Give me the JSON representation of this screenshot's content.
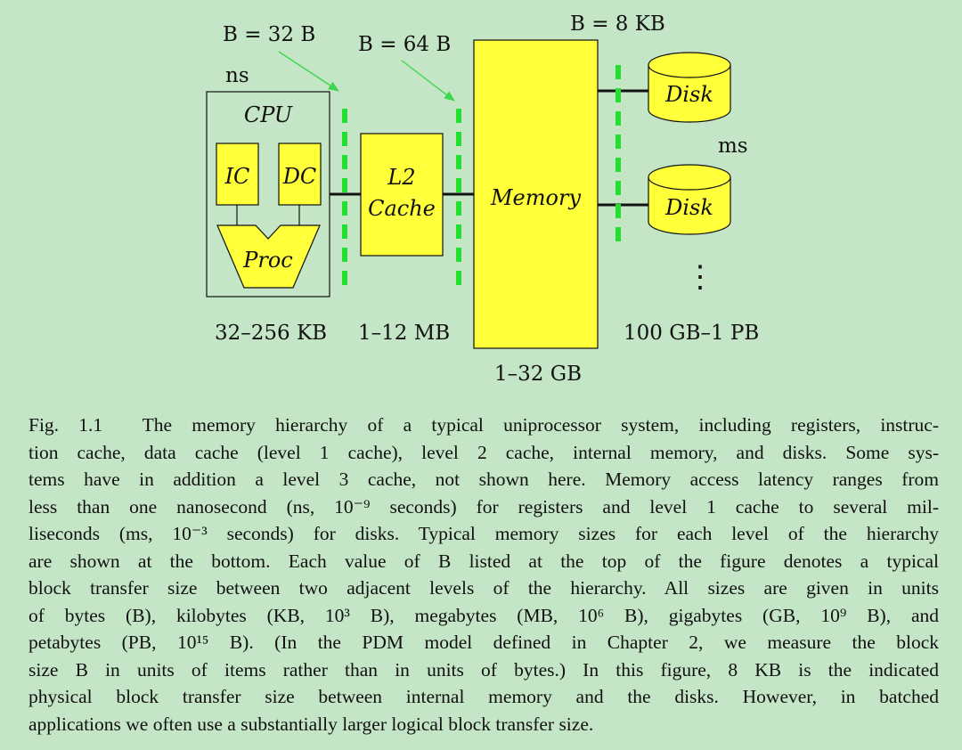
{
  "diagram": {
    "block_sizes": {
      "cpu_cache": "B = 32 B",
      "cache_memory": "B = 64 B",
      "memory_disk": "B = 8 KB"
    },
    "latency": {
      "fast": "ns",
      "slow": "ms"
    },
    "components": {
      "cpu": "CPU",
      "ic": "IC",
      "dc": "DC",
      "proc": "Proc",
      "l2_line1": "L2",
      "l2_line2": "Cache",
      "memory": "Memory",
      "disk_top": "Disk",
      "disk_mid": "Disk",
      "more_disks": "⋮"
    },
    "sizes": {
      "registers_l1": "32–256 KB",
      "l2": "1–12 MB",
      "memory": "1–32 GB",
      "disks": "100 GB–1 PB"
    },
    "colors": {
      "block_fill": "#ffff3a",
      "bus_dash": "#22e030",
      "arrow": "#3ed64e",
      "background": "#c4e6c6"
    }
  },
  "caption": {
    "label": "Fig. 1.1",
    "lines": [
      "The memory hierarchy of a typical uniprocessor system, including registers, instruc-",
      "tion cache, data cache (level 1 cache), level 2 cache, internal memory, and disks. Some sys-",
      "tems have in addition a level 3 cache, not shown here. Memory access latency ranges from",
      "less than one nanosecond (ns, 10⁻⁹ seconds) for registers and level 1 cache to several mil-",
      "liseconds (ms, 10⁻³ seconds) for disks. Typical memory sizes for each level of the hierarchy",
      "are shown at the bottom. Each value of B listed at the top of the figure denotes a typical",
      "block transfer size between two adjacent levels of the hierarchy. All sizes are given in units",
      "of bytes (B), kilobytes (KB, 10³ B), megabytes (MB, 10⁶ B), gigabytes (GB, 10⁹ B), and",
      "petabytes (PB, 10¹⁵ B). (In the PDM model defined in Chapter 2, we measure the block",
      "size B in units of items rather than in units of bytes.) In this figure, 8 KB is the indicated",
      "physical block transfer size between internal memory and the disks. However, in batched",
      "applications we often use a substantially larger logical block transfer size."
    ]
  }
}
